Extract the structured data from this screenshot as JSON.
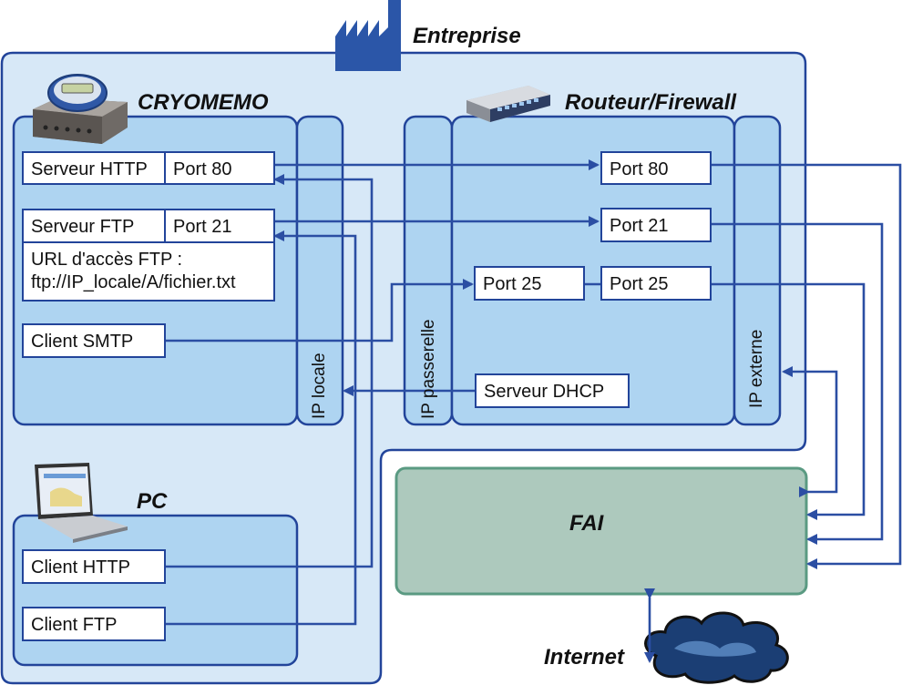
{
  "labels": {
    "entreprise": "Entreprise",
    "cryomemo": "CRYOMEMO",
    "routeur": "Routeur/Firewall",
    "pc": "PC",
    "fai": "FAI",
    "internet": "Internet",
    "ip_locale": "IP locale",
    "ip_passerelle": "IP passerelle",
    "ip_externe": "IP externe"
  },
  "cryomemo": {
    "http_server": "Serveur HTTP",
    "http_port": "Port 80",
    "ftp_server": "Serveur FTP",
    "ftp_port": "Port 21",
    "ftp_url_line1": "URL d'accès FTP :",
    "ftp_url_line2": "ftp://IP_locale/A/fichier.txt",
    "smtp_client": "Client SMTP"
  },
  "router": {
    "port80": "Port 80",
    "port21": "Port 21",
    "port25_in": "Port 25",
    "port25_out": "Port 25",
    "dhcp": "Serveur DHCP"
  },
  "pc": {
    "http_client": "Client HTTP",
    "ftp_client": "Client FTP"
  },
  "colors": {
    "panel_light": "#d7e8f7",
    "panel_mid": "#aed4f1",
    "connector": "#2b4ea3",
    "fai_fill": "#adc9bd",
    "fai_border": "#5a9a82"
  }
}
